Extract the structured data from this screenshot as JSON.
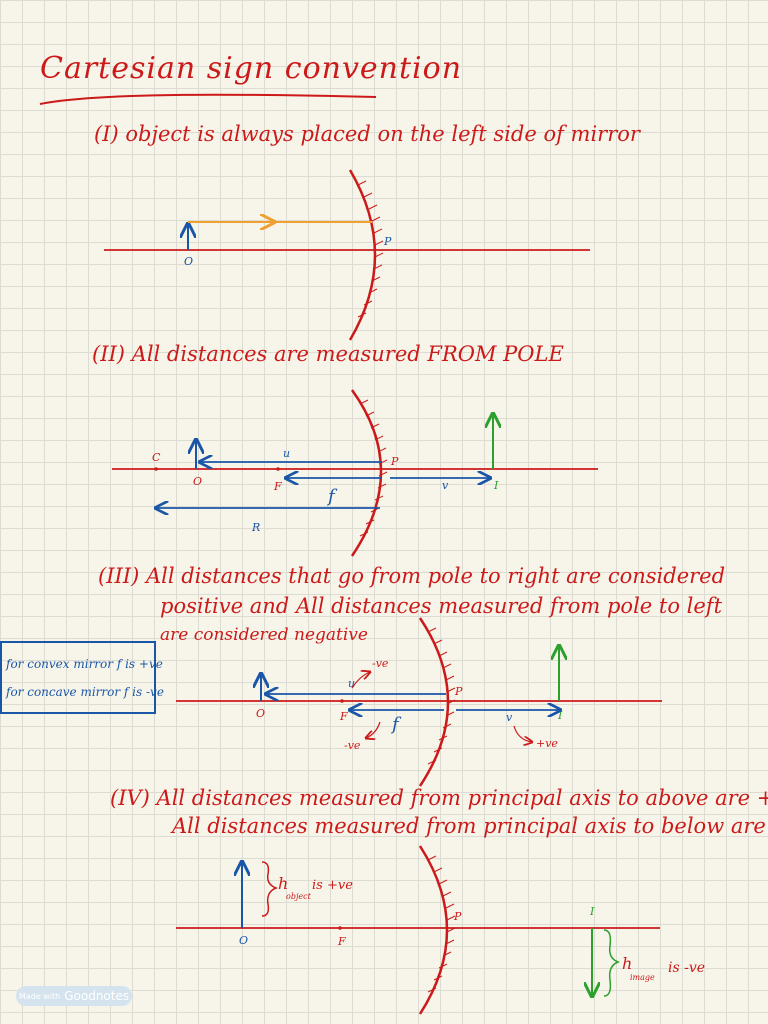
{
  "title": "Cartesian sign convention",
  "rules": [
    "(I) object is always placed on the left side of mirror",
    "(II) All distances are measured FROM POLE",
    "(III) All distances that go from pole to right are considered",
    "positive and All distances measured from pole to left",
    "are considered negative",
    "(IV) All distances measured from principal axis to above are +ve",
    "All distances measured from principal axis to below are -ve"
  ],
  "labels": {
    "object": "O",
    "pole": "P",
    "center": "C",
    "focus": "F",
    "image": "I",
    "u": "u",
    "v": "v",
    "f": "f",
    "R": "R",
    "neg": "-ve",
    "pos": "+ve",
    "h_object": "h",
    "h_object_sub": "object",
    "h_object_sign": "is +ve",
    "h_image": "h",
    "h_image_sub": "image",
    "h_image_sign": "is -ve"
  },
  "note": {
    "convex": "for convex mirror f is +ve",
    "concave": "for concave mirror f is -ve"
  },
  "badge": {
    "prefix": "Made with",
    "brand": "Goodnotes"
  },
  "colors": {
    "ink_red": "#cc1a1a",
    "ink_blue": "#1a56a8",
    "ink_green": "#2ca02c",
    "ink_orange": "#f0a030"
  }
}
